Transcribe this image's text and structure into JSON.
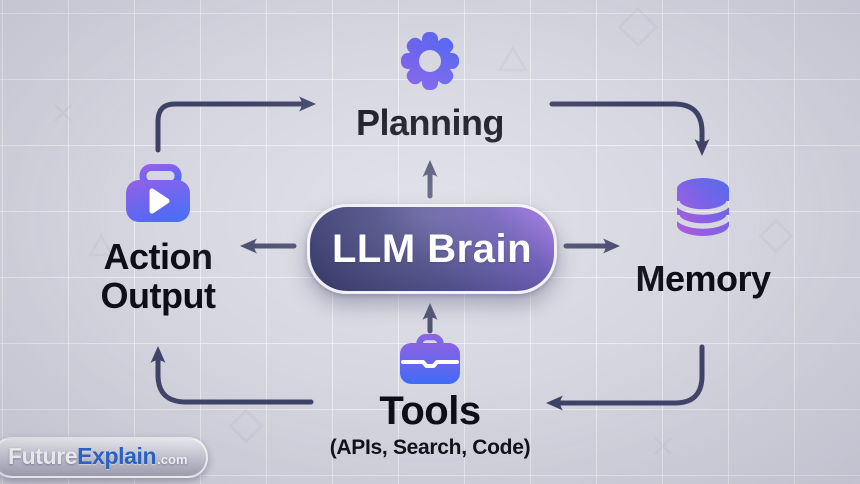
{
  "diagram": {
    "center": {
      "label": "LLM Brain"
    },
    "nodes": [
      {
        "id": "planning",
        "label": "Planning",
        "icon": "gear-icon"
      },
      {
        "id": "memory",
        "label": "Memory",
        "icon": "database-icon"
      },
      {
        "id": "tools",
        "label": "Tools",
        "sublabel": "(APIs, Search, Code)",
        "icon": "toolbox-icon"
      },
      {
        "id": "action_output",
        "label": "Action Output",
        "icon": "play-box-icon"
      }
    ],
    "flows": [
      {
        "from": "llm_brain",
        "to": "planning"
      },
      {
        "from": "llm_brain",
        "to": "memory"
      },
      {
        "from": "llm_brain",
        "to": "action_output"
      },
      {
        "from": "tools",
        "to": "llm_brain"
      },
      {
        "from": "action_output",
        "to": "planning"
      },
      {
        "from": "planning",
        "to": "memory"
      },
      {
        "from": "memory",
        "to": "tools"
      },
      {
        "from": "tools",
        "to": "action_output"
      }
    ]
  },
  "branding": {
    "future": "Future",
    "explain": "Explain",
    "tld": ".com"
  },
  "colors": {
    "background": "#d7d7e1",
    "arrow": "#3e4166",
    "label_text": "#0c0c14",
    "icon_gradient_from": "#9c5ee6",
    "icon_gradient_to": "#4a6cf6",
    "brain_gradient_from": "#9d6ce4",
    "brain_gradient_to": "#1c1f52",
    "logo_blue": "#2160c8"
  }
}
